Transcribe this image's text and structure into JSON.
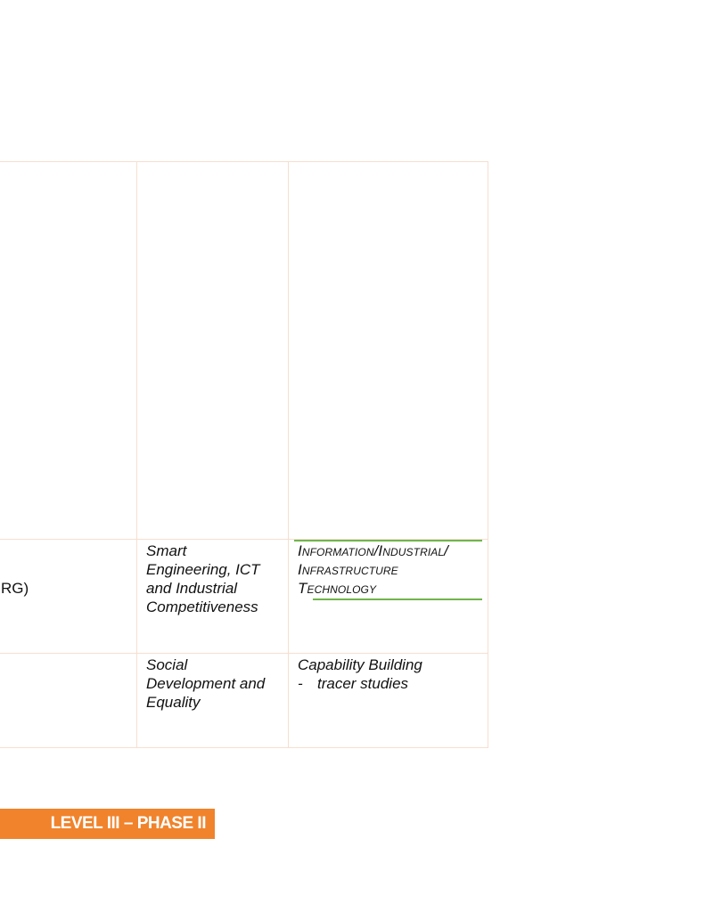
{
  "table": {
    "rows": [
      {
        "col_a": "",
        "col_b": "",
        "col_c": ""
      },
      {
        "col_a": "RG)",
        "col_b": [
          "Smart",
          "Engineering, ICT",
          "and Industrial",
          "Competitiveness"
        ],
        "col_c": [
          "Information/Industrial/",
          "Infrastructure",
          "Technology"
        ]
      },
      {
        "col_a": "",
        "col_b": [
          "Social",
          "Development and",
          "Equality"
        ],
        "col_c_heading": "Capability Building",
        "col_c_list": [
          {
            "bullet": "-",
            "text": "tracer studies"
          }
        ]
      }
    ]
  },
  "highlight_color": "#6fb54a",
  "band": {
    "label": "LEVEL III – PHASE II",
    "color": "#f0832c"
  }
}
